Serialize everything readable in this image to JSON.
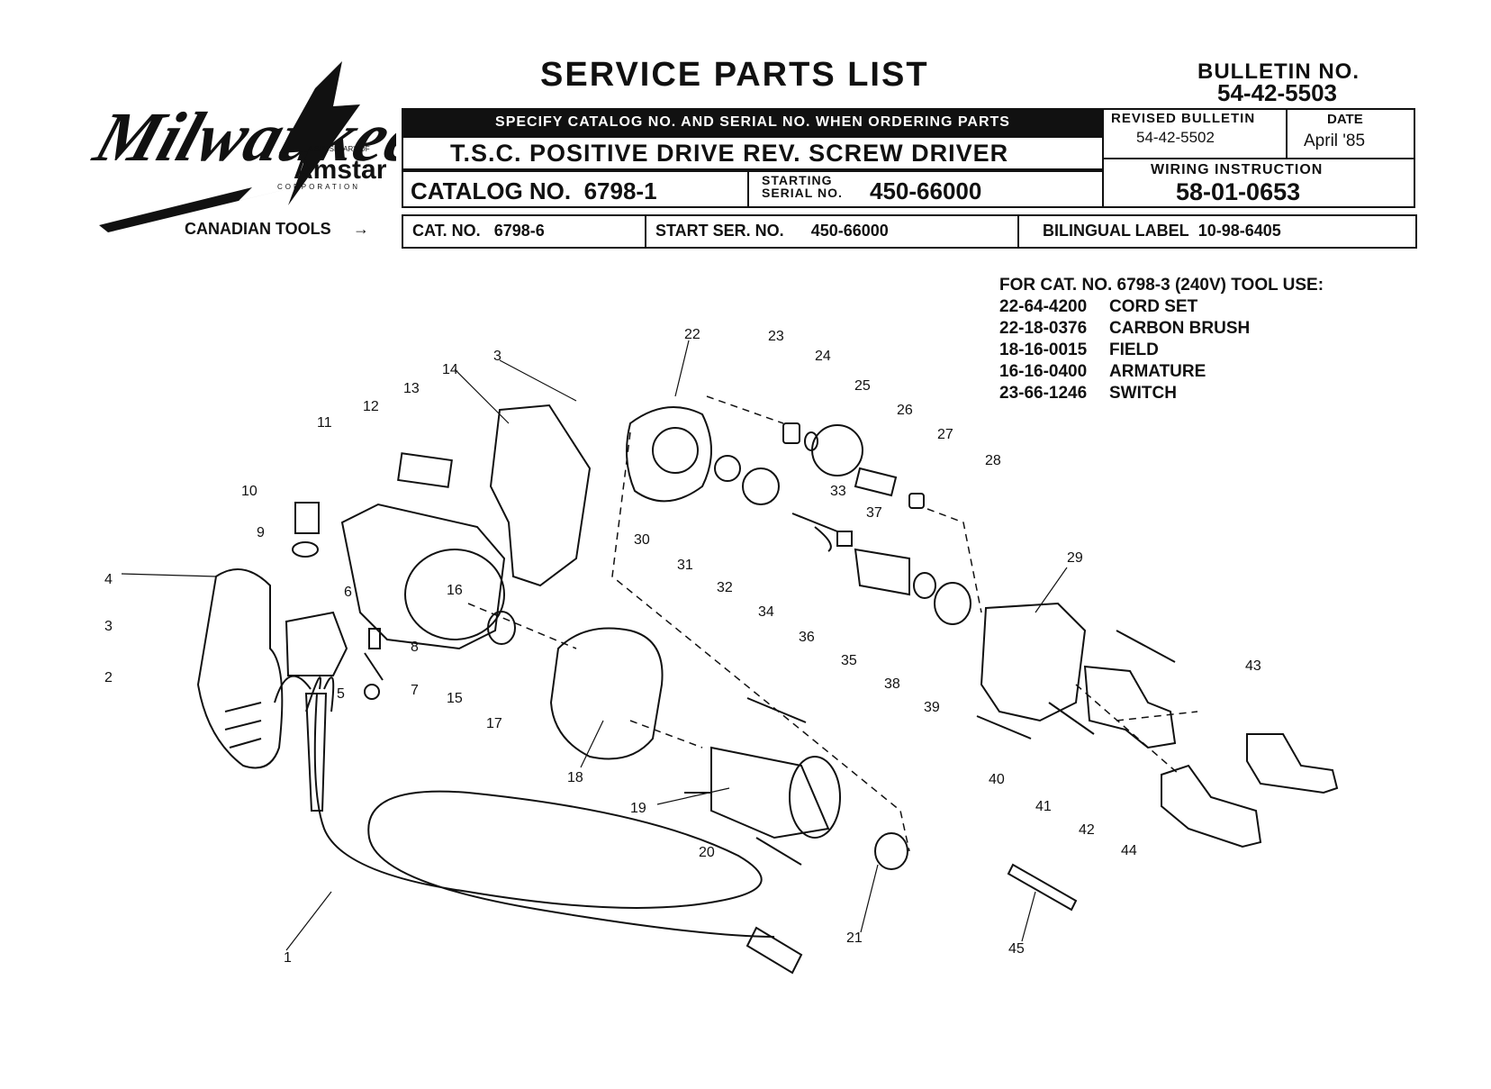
{
  "header": {
    "title": "SERVICE PARTS LIST",
    "bulletin_label": "BULLETIN NO.",
    "bulletin_no": "54-42-5503",
    "ordering_note": "SPECIFY CATALOG NO. AND SERIAL NO. WHEN ORDERING PARTS",
    "product_name": "T.S.C. POSITIVE DRIVE REV. SCREW DRIVER",
    "catalog_label": "CATALOG NO.",
    "catalog_no": "6798-1",
    "starting_label": "STARTING",
    "serial_label": "SERIAL NO.",
    "starting_serial": "450-66000",
    "revised_label": "REVISED BULLETIN",
    "revised_no": "54-42-5502",
    "date_label": "DATE",
    "date": "April '85",
    "wiring_label": "WIRING INSTRUCTION",
    "wiring_no": "58-01-0653"
  },
  "logo": {
    "brand": "Milwaukee",
    "subsidiary": "A SUBSIDIARY OF",
    "parent": "Amstar",
    "corporation": "CORPORATION"
  },
  "canadian": {
    "label": "CANADIAN TOOLS",
    "arrow": "→",
    "cat_label": "CAT. NO.",
    "cat_no": "6798-6",
    "serial_label": "START SER. NO.",
    "serial_no": "450-66000",
    "bilingual_label": "BILINGUAL LABEL",
    "bilingual_no": "10-98-6405"
  },
  "note_240v": {
    "heading": "FOR CAT. NO. 6798-3 (240V) TOOL USE:",
    "parts": [
      {
        "pn": "22-64-4200",
        "name": "CORD SET"
      },
      {
        "pn": "22-18-0376",
        "name": "CARBON BRUSH"
      },
      {
        "pn": "18-16-0015",
        "name": "FIELD"
      },
      {
        "pn": "16-16-0400",
        "name": "ARMATURE"
      },
      {
        "pn": "23-66-1246",
        "name": "SWITCH"
      }
    ]
  },
  "diagram": {
    "callouts": [
      "1",
      "2",
      "3",
      "3",
      "4",
      "5",
      "6",
      "7",
      "8",
      "9",
      "10",
      "11",
      "12",
      "13",
      "14",
      "15",
      "16",
      "17",
      "18",
      "19",
      "20",
      "21",
      "22",
      "23",
      "24",
      "25",
      "26",
      "27",
      "28",
      "29",
      "30",
      "31",
      "32",
      "33",
      "34",
      "35",
      "36",
      "37",
      "38",
      "39",
      "40",
      "41",
      "42",
      "43",
      "44",
      "45"
    ]
  }
}
